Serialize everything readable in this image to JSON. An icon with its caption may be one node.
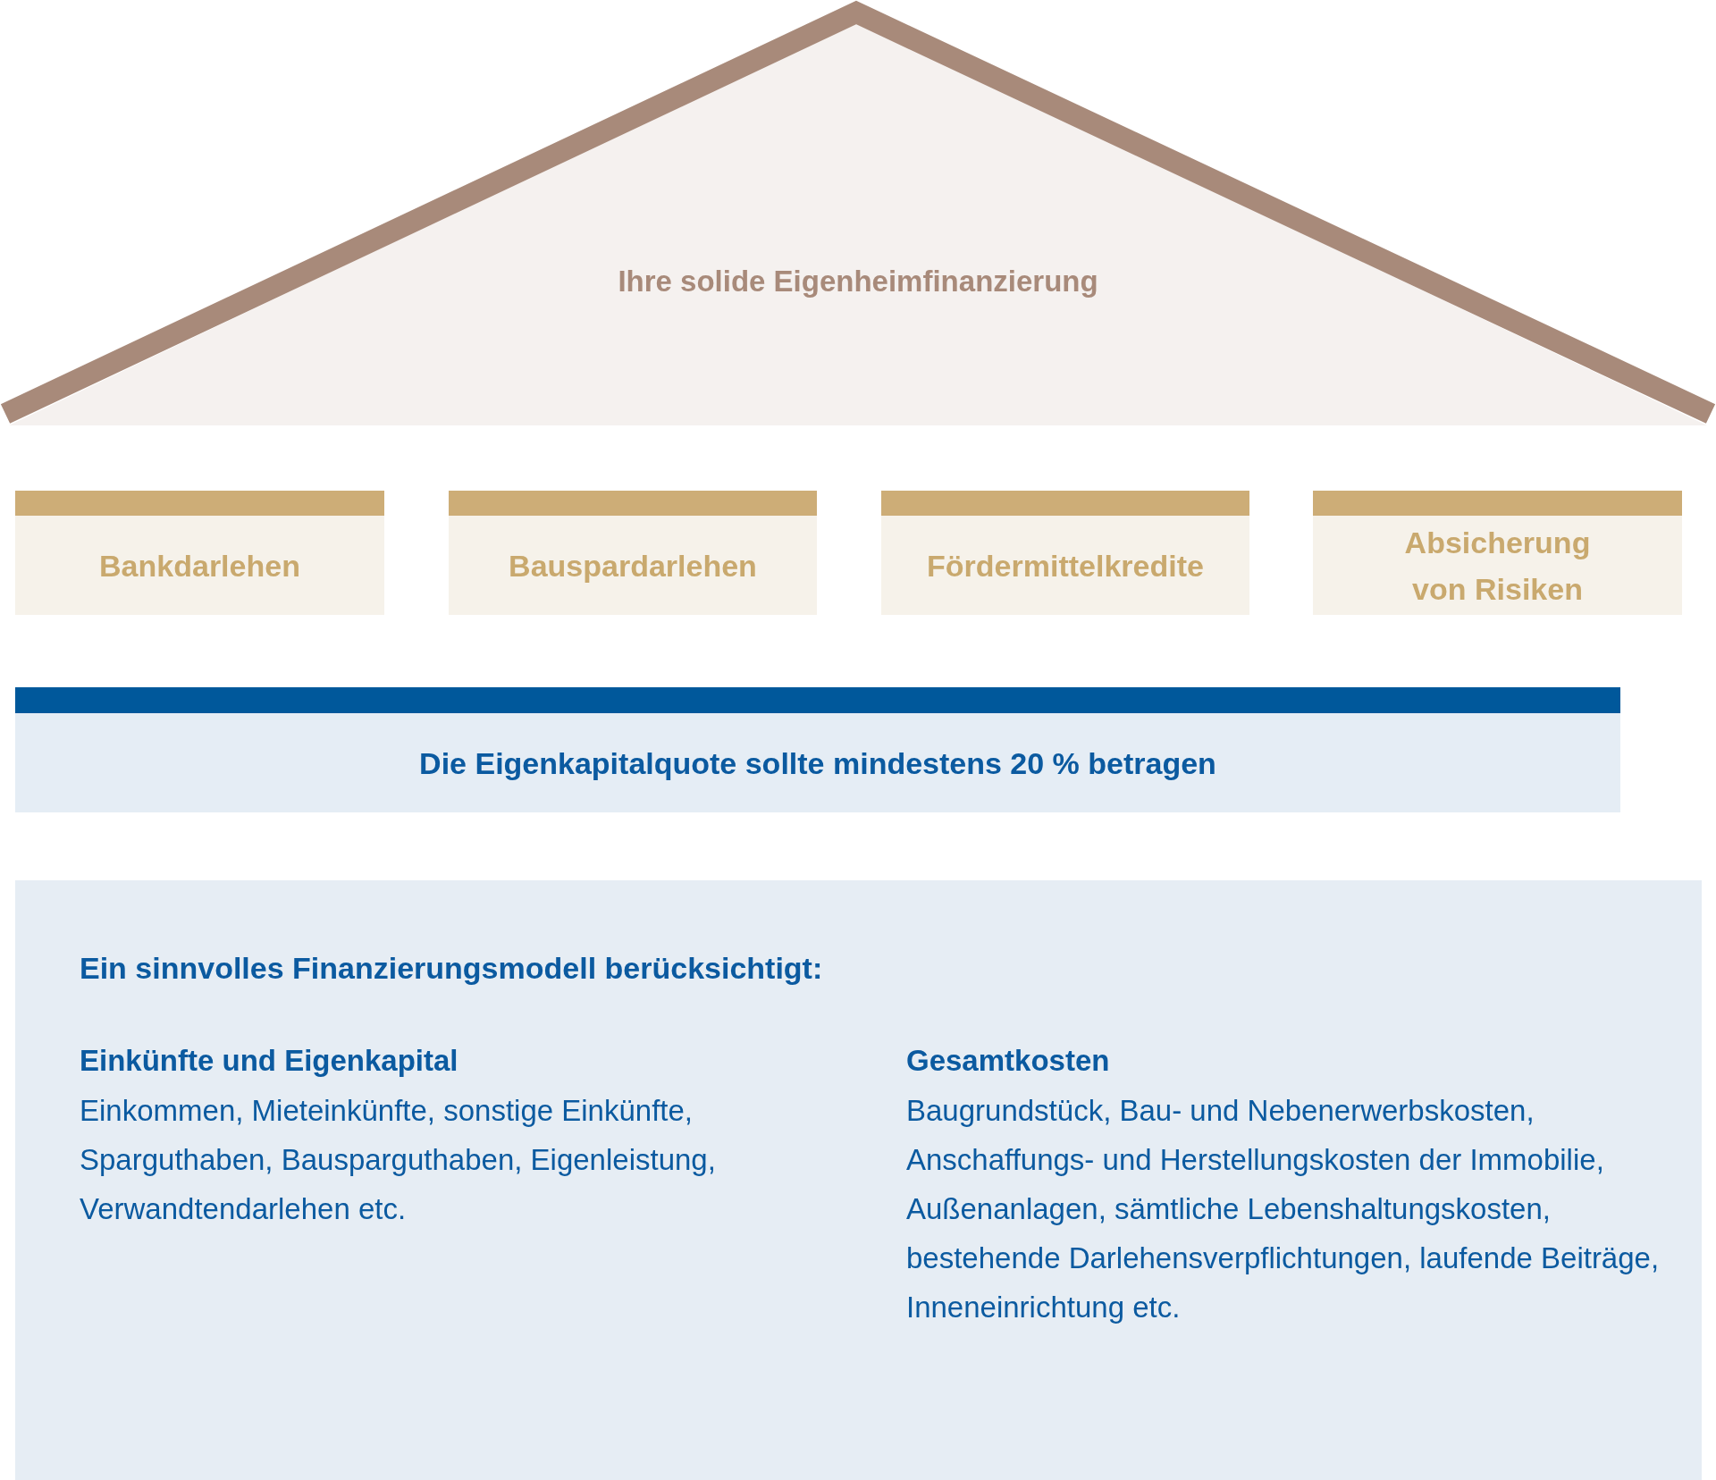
{
  "diagram": {
    "nodes": [
      {
        "text": [
          "Ihre solide Eigenheimfinanzierung"
        ]
      },
      {
        "text": [
          "Bankdarlehen"
        ]
      },
      {
        "text": [
          "Bauspardarlehen"
        ]
      },
      {
        "text": [
          "Fördermittelkredite"
        ]
      },
      {
        "text": [
          "Absicherung von Risiken"
        ]
      },
      {
        "text": [
          "Die Eigenkapitalquote sollte mindestens 20 % betragen"
        ]
      },
      {
        "text": [
          "Ein sinnvolles Finanzierungsmodell berücksichtigt:",
          "Einkünfte und Eigenkapital",
          "Einkommen, Mieteinkünfte, sonstige Einkünfte, Sparguthaben, Bausparguthaben, Eigenleistung, Verwandtendarlehen etc.",
          "Gesamtkosten",
          "Baugrundstück, Bau- und Nebenerwerbskosten, Anschaffungs- und Herstellungskosten der Immobilie, Außenanlagen, sämtliche Lebenshaltungskosten, bestehende Darlehensverpflichtungen, laufende Beiträge, Inneneinrichtung etc."
        ]
      }
    ]
  }
}
